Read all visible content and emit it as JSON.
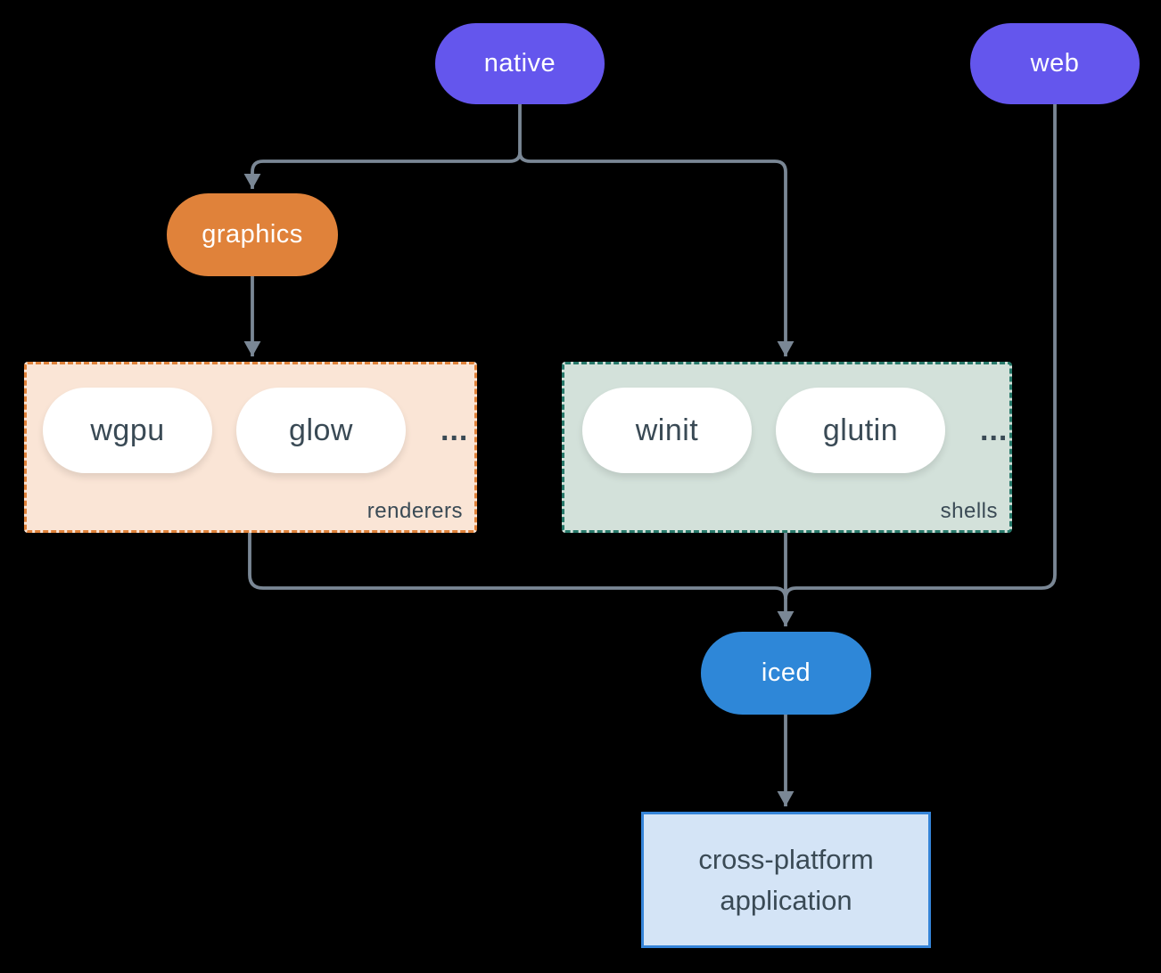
{
  "theme": {
    "background": "#000000",
    "connector": "#7a8795",
    "purple": "#6456ed",
    "orange": "#e0823a",
    "blue": "#2e87d8",
    "dark_text": "#3a4a55",
    "pill_text": "#ffffff",
    "node_bg": "#ffffff",
    "renderers_bg": "#fae5d6",
    "renderers_border": "#e0823a",
    "shells_bg": "#d3e1da",
    "shells_border": "#27796a",
    "app_bg": "#d4e4f6",
    "app_border": "#3584d8"
  },
  "nodes": {
    "native": {
      "label": "native"
    },
    "web": {
      "label": "web"
    },
    "graphics": {
      "label": "graphics"
    },
    "wgpu": {
      "label": "wgpu"
    },
    "glow": {
      "label": "glow"
    },
    "winit": {
      "label": "winit"
    },
    "glutin": {
      "label": "glutin"
    },
    "iced": {
      "label": "iced"
    },
    "app": {
      "line1": "cross-platform",
      "line2": "application"
    }
  },
  "groups": {
    "renderers": {
      "label": "renderers",
      "ellipsis": "..."
    },
    "shells": {
      "label": "shells",
      "ellipsis": "..."
    }
  },
  "edges": [
    {
      "from": "native",
      "to": "graphics"
    },
    {
      "from": "native",
      "to": "shells"
    },
    {
      "from": "graphics",
      "to": "renderers"
    },
    {
      "from": "renderers",
      "to": "iced"
    },
    {
      "from": "shells",
      "to": "iced"
    },
    {
      "from": "web",
      "to": "iced"
    },
    {
      "from": "iced",
      "to": "app"
    }
  ]
}
